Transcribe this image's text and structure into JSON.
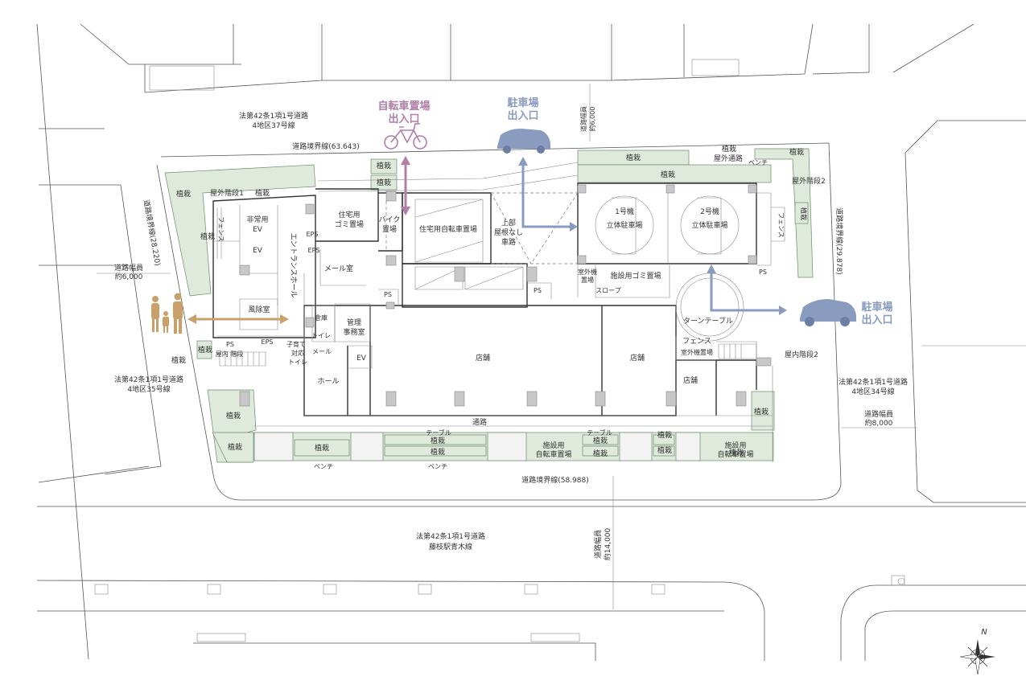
{
  "colors": {
    "green": "#dfe9dc",
    "bike": "#b07fa8",
    "car": "#8a9bc0",
    "pedestrian": "#c9a06a",
    "column": "#c8c8c8"
  },
  "roads": {
    "north": {
      "line1": "法第42条1項1号道路",
      "line2": "4地区37号線"
    },
    "north_boundary": "道路境界線(63.643)",
    "north_width": {
      "label": "道路幅員",
      "value": "約6,000"
    },
    "west": {
      "line1": "法第42条1項1号道路",
      "line2": "4地区35号線"
    },
    "west_boundary": "道路境界線(28.220)",
    "west_width": {
      "label": "道路幅員",
      "value": "約6,000"
    },
    "east": {
      "line1": "法第42条1項1号道路",
      "line2": "4地区34号線"
    },
    "east_boundary": "道路境界線(29.878)",
    "east_width": {
      "label": "道路幅員",
      "value": "約8,000"
    },
    "south": {
      "line1": "法第42条1項1号道路",
      "line2": "藤枝駅青木線"
    },
    "south_boundary": "道路境界線(58.988)",
    "south_width": {
      "label": "道路幅員",
      "value": "約14,000"
    }
  },
  "access": {
    "bike": {
      "line1": "自転車置場",
      "line2": "出入口"
    },
    "car_north": {
      "line1": "駐車場",
      "line2": "出入口"
    },
    "car_east": {
      "line1": "駐車場",
      "line2": "出入口"
    }
  },
  "rooms": {
    "planting": "植栽",
    "outdoor_stair1": "屋外階段1",
    "outdoor_stair2": "屋外階段2",
    "indoor_stair1": "屋内\n階段",
    "indoor_stair2": "屋内階段2",
    "fence": "フェンス",
    "emergency_ev_1": "非常用",
    "emergency_ev_2": "EV",
    "ev": "EV",
    "entrance_hall": "エントランスホール",
    "wind_room": "風除室",
    "res_garbage_1": "住宅用",
    "res_garbage_2": "ゴミ置場",
    "bike_parking_1": "バイク",
    "bike_parking_2": "置場",
    "res_bicycle": "住宅用自転車置場",
    "no_roof_1": "上部",
    "no_roof_2": "屋根なし",
    "no_roof_3": "車路",
    "eps": "EPS",
    "ps": "PS",
    "mail_room": "メール室",
    "storage": "倉庫",
    "toilet": "トイレ",
    "mgmt_1": "管理",
    "mgmt_2": "事務室",
    "childcare_1": "子育て",
    "childcare_2": "対応",
    "childcare_3": "トイレ",
    "mail": "メール",
    "hall": "ホール",
    "shop": "店舗",
    "passage": "通路",
    "table": "テーブル",
    "bench": "ベンチ",
    "facility_bicycle_1": "施設用",
    "facility_bicycle_2": "自転車置場",
    "parking1_1": "1号機",
    "parking1_2": "立体駐車場",
    "parking2_1": "2号機",
    "parking2_2": "立体駐車場",
    "facility_garbage": "施設用ゴミ置場",
    "outdoor_unit_1": "室外機",
    "outdoor_unit_2": "置場",
    "outdoor_unit_area": "室外機置場",
    "slope": "スロープ",
    "turntable": "ターンテーブル",
    "outdoor_passage": "屋外通路"
  },
  "compass": "N"
}
